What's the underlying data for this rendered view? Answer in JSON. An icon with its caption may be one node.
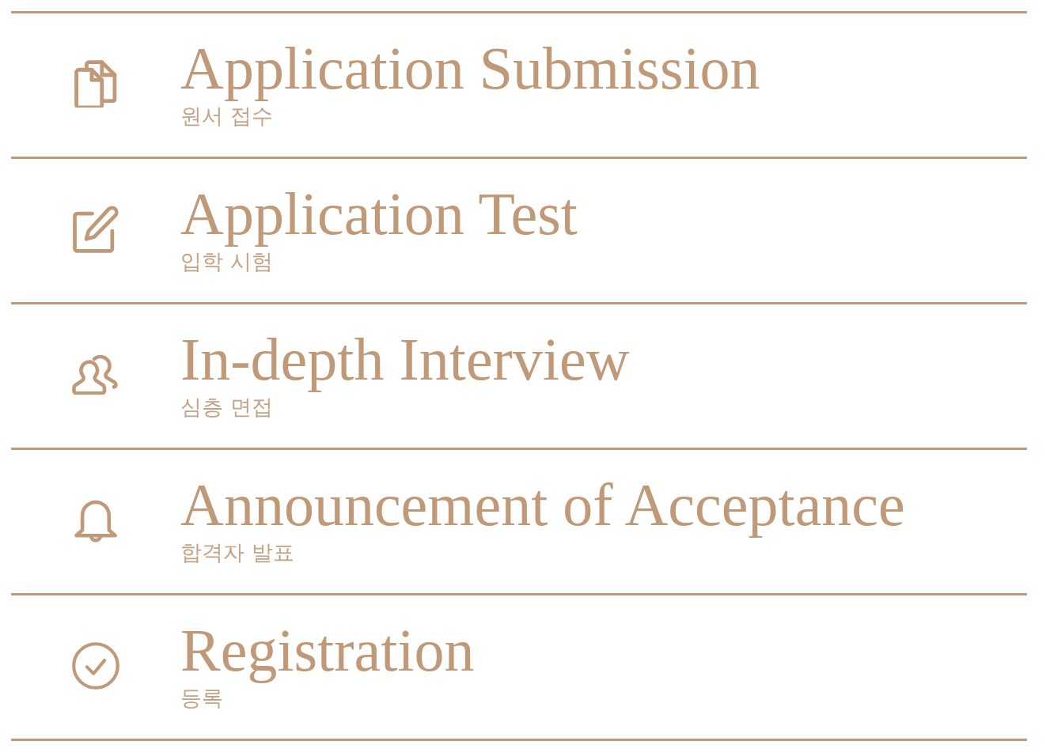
{
  "diagram": {
    "nodes": [
      {
        "text": [
          "Application Submission",
          "원서 접수"
        ]
      },
      {
        "text": [
          "Application Test",
          "입학 시험"
        ]
      },
      {
        "text": [
          "In-depth Interview",
          "심층 면접"
        ]
      },
      {
        "text": [
          "Announcement of Acceptance",
          "합격자 발표"
        ]
      },
      {
        "text": [
          "Registration",
          "등록"
        ]
      }
    ]
  }
}
